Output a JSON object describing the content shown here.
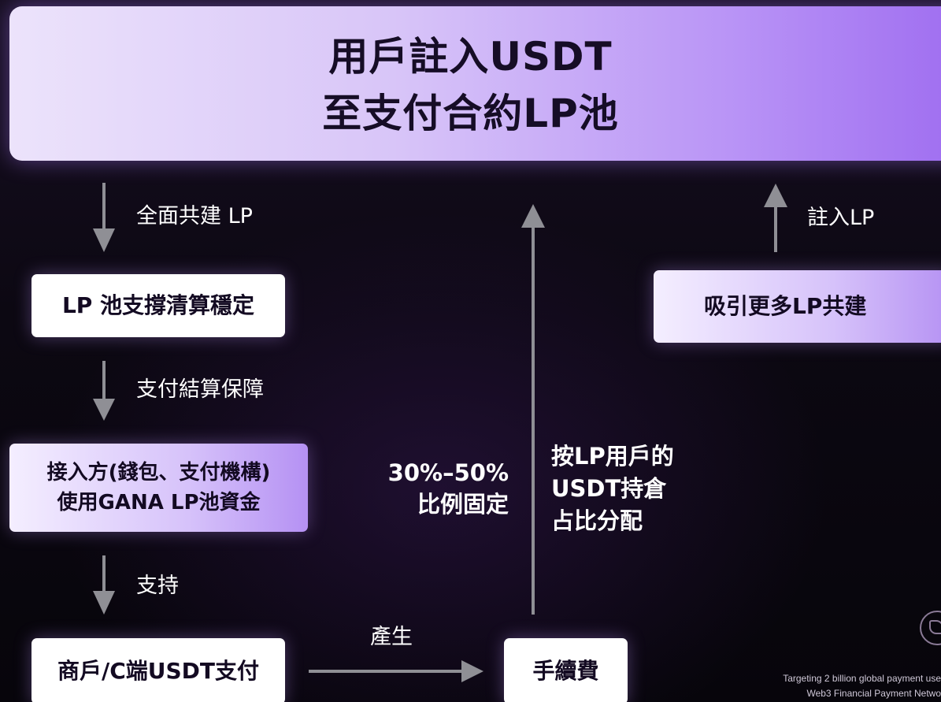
{
  "hero": {
    "line1": "用戶註入USDT",
    "line2": "至支付合約LP池"
  },
  "steps": {
    "lp_support": "LP 池支撐清算穩定",
    "integrator_line1": "接入方(錢包、支付機構)",
    "integrator_line2": "使用GANA LP池資金",
    "merchant_payment": "商戶/C端USDT支付",
    "fee": "手續費",
    "attract_more": "吸引更多LP共建"
  },
  "flow_labels": {
    "co_build": "全面共建 LP",
    "settlement_guarantee": "支付結算保障",
    "support": "支持",
    "generate": "產生",
    "inject_lp": "註入LP"
  },
  "fee_split": {
    "ratio_line1": "30%–50%",
    "ratio_line2": "比例固定",
    "dist_line1": "按LP用戶的",
    "dist_line2": "USDT持倉",
    "dist_line3": "占比分配"
  },
  "footer": {
    "line1": "Targeting 2 billion global payment use",
    "line2": "Web3 Financial Payment Netwo"
  },
  "colors": {
    "hero_start": "#ece3fb",
    "hero_end": "#9e6cf0",
    "arrow": "#8f8f95",
    "background": "#0a0710"
  },
  "icons": {
    "logo": "brand-logo-icon"
  }
}
